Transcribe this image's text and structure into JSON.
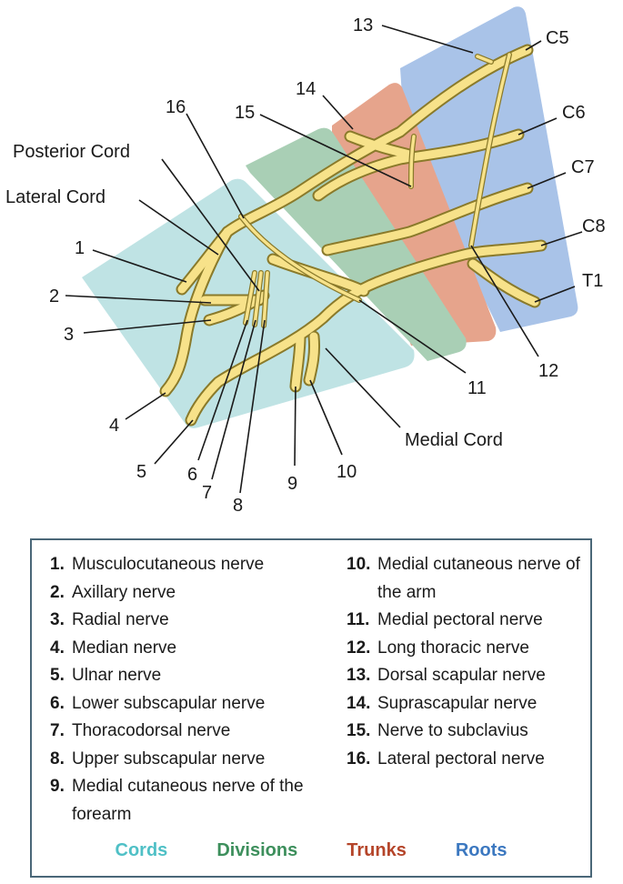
{
  "diagram": {
    "roots": [
      "C5",
      "C6",
      "C7",
      "C8",
      "T1"
    ],
    "cords": {
      "posterior": "Posterior Cord",
      "lateral": "Lateral Cord",
      "medial": "Medial Cord"
    },
    "callouts": [
      "1",
      "2",
      "3",
      "4",
      "5",
      "6",
      "7",
      "8",
      "9",
      "10",
      "11",
      "12",
      "13",
      "14",
      "15",
      "16"
    ],
    "colors": {
      "cords": "#bfe3e4",
      "divisions": "#a9cfb5",
      "trunks": "#e6a48c",
      "roots": "#a9c3e8",
      "nerve": "#f7e28a"
    }
  },
  "legend": {
    "left": [
      {
        "num": "1.",
        "text": "Musculocutaneous nerve"
      },
      {
        "num": "2.",
        "text": "Axillary nerve"
      },
      {
        "num": "3.",
        "text": "Radial nerve"
      },
      {
        "num": "4.",
        "text": "Median nerve"
      },
      {
        "num": "5.",
        "text": "Ulnar nerve"
      },
      {
        "num": "6.",
        "text": "Lower subscapular nerve"
      },
      {
        "num": "7.",
        "text": "Thoracodorsal nerve"
      },
      {
        "num": "8.",
        "text": "Upper subscapular nerve"
      },
      {
        "num": "9.",
        "text": "Medial cutaneous nerve of the forearm"
      }
    ],
    "right": [
      {
        "num": "10.",
        "text": "Medial cutaneous nerve of the arm"
      },
      {
        "num": "11.",
        "text": "Medial pectoral nerve"
      },
      {
        "num": "12.",
        "text": "Long thoracic nerve"
      },
      {
        "num": "13.",
        "text": "Dorsal scapular nerve"
      },
      {
        "num": "14.",
        "text": "Suprascapular nerve"
      },
      {
        "num": "15.",
        "text": "Nerve to subclavius"
      },
      {
        "num": "16.",
        "text": "Lateral pectoral nerve"
      }
    ],
    "zones": [
      {
        "label": "Cords",
        "color": "#4fc0c6"
      },
      {
        "label": "Divisions",
        "color": "#3d8f5c"
      },
      {
        "label": "Trunks",
        "color": "#b5452a"
      },
      {
        "label": "Roots",
        "color": "#3c78c0"
      }
    ]
  }
}
